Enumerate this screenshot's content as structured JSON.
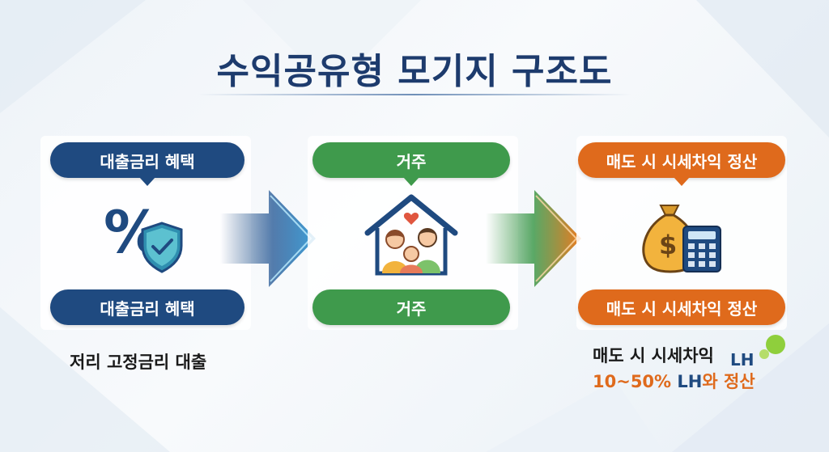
{
  "title": "수익공유형 모기지 구조도",
  "columns": [
    {
      "top_label": "대출금리 혜택",
      "bottom_label": "대출금리 혜택",
      "icon": "percent-shield-icon",
      "caption": "저리 고정금리 대출",
      "color": "#1f4a80"
    },
    {
      "top_label": "거주",
      "bottom_label": "거주",
      "icon": "family-house-icon",
      "color": "#3f9a4c"
    },
    {
      "top_label": "매도 시 시세차익 정산",
      "bottom_label": "매도 시 시세차익 정산",
      "icon": "money-bag-calculator-icon",
      "color": "#df6a1c"
    }
  ],
  "note": {
    "line1": "매도 시 시세차익",
    "line2_part1": "10~50% ",
    "line2_lh": "LH",
    "line2_part2": "와 정산"
  },
  "logo": {
    "text": "LH",
    "icon": "lh-logo-icon"
  }
}
